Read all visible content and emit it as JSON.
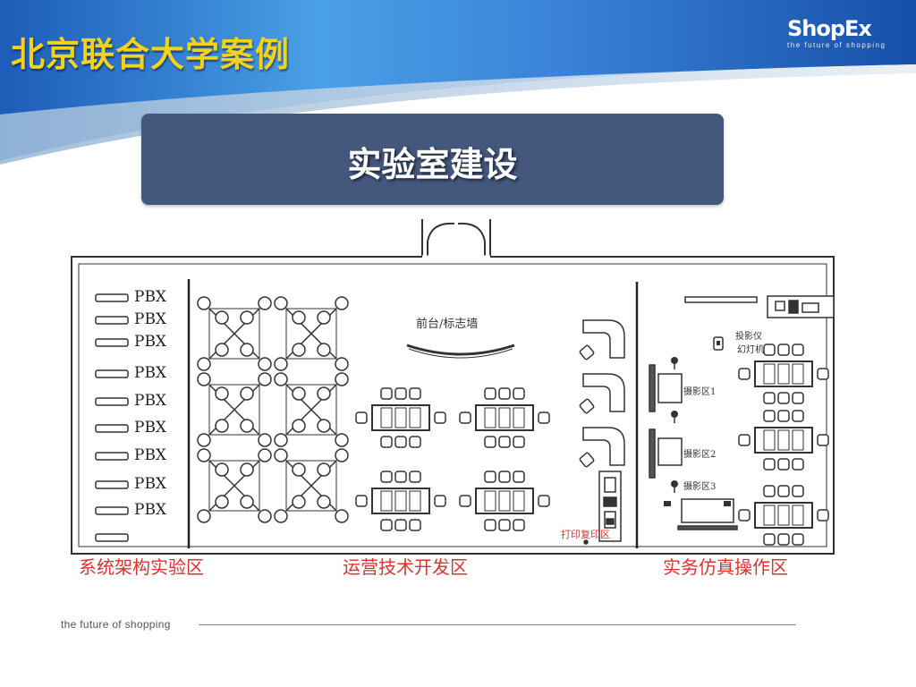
{
  "slide": {
    "title": "北京联合大学案例",
    "banner": "实验室建设",
    "footer": "the future of shopping"
  },
  "logo": {
    "name": "ShopEx",
    "tagline": "the future of shopping"
  },
  "floor_plan": {
    "pbx_label": "PBX",
    "pbx_count": 9,
    "reception": "前台/标志墙",
    "printer": "打印复印区",
    "projector": [
      "投影仪",
      "幻灯机"
    ],
    "studio_1": "摄影区1",
    "studio_2": "摄影区2",
    "studio_3": "摄影区3",
    "zones": {
      "left": "系统架构实验区",
      "middle": "运营技术开发区",
      "right": "实务仿真操作区"
    }
  },
  "colors": {
    "title": "#f2d21c",
    "banner": "#44587e",
    "zone_label": "#e0312e",
    "header_blue": "#2468c4",
    "plan_line": "#333333"
  }
}
